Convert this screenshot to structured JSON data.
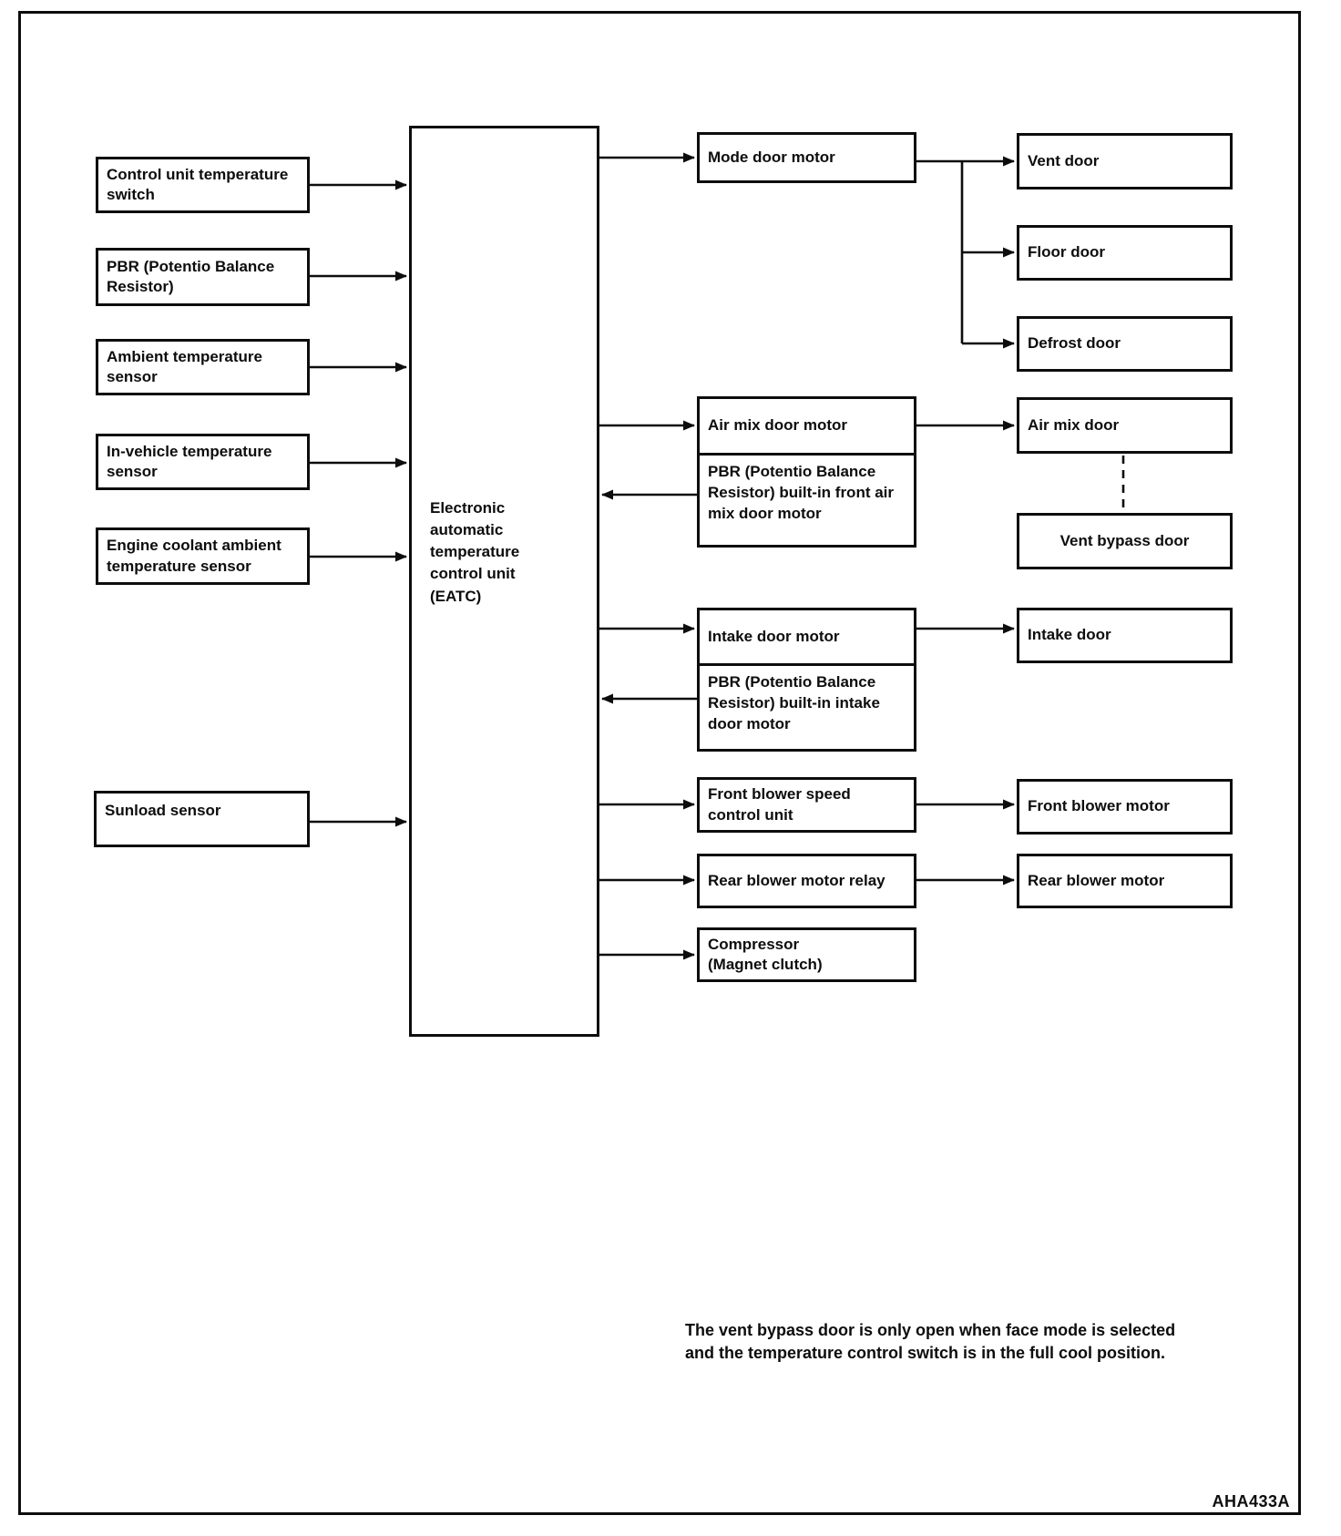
{
  "figure": {
    "code": "AHA433A",
    "note_line1": "The vent bypass door is only open when face mode is selected",
    "note_line2": "and the temperature control switch is in the full cool position."
  },
  "sensors": [
    {
      "label": "Control unit temperature switch"
    },
    {
      "label": "PBR (Potentio Balance Resistor)"
    },
    {
      "label": "Ambient temperature sensor"
    },
    {
      "label": "In-vehicle temperature sensor"
    },
    {
      "label": "Engine coolant ambient temperature sensor"
    },
    {
      "label": "Sunload sensor"
    }
  ],
  "controller": {
    "label": "Electronic automatic temperature control unit (EATC)"
  },
  "actuators": {
    "mode_door_motor": {
      "label": "Mode door motor"
    },
    "air_mix_door_motor": {
      "label": "Air mix door motor",
      "sub_label": "PBR (Potentio Balance Resistor) built-in front air mix door motor"
    },
    "intake_door_motor": {
      "label": "Intake door motor",
      "sub_label": "PBR (Potentio Balance Resistor) built-in intake door motor"
    },
    "front_blower_speed_control_unit": {
      "label_lines": [
        "Front blower speed",
        "control unit"
      ]
    },
    "rear_blower_motor_relay": {
      "label": "Rear blower motor relay"
    },
    "compressor": {
      "label_lines": [
        "Compressor",
        "(Magnet clutch)"
      ]
    }
  },
  "outputs": {
    "vent_door": {
      "label": "Vent door"
    },
    "floor_door": {
      "label": "Floor door"
    },
    "defrost_door": {
      "label": "Defrost door"
    },
    "air_mix_door": {
      "label": "Air mix door"
    },
    "vent_bypass_door": {
      "label": "Vent bypass door"
    },
    "intake_door": {
      "label": "Intake door"
    },
    "front_blower_motor": {
      "label": "Front blower motor"
    },
    "rear_blower_motor": {
      "label": "Rear blower motor"
    }
  },
  "colors": {
    "line": "#0d0d0d",
    "background": "#ffffff"
  }
}
